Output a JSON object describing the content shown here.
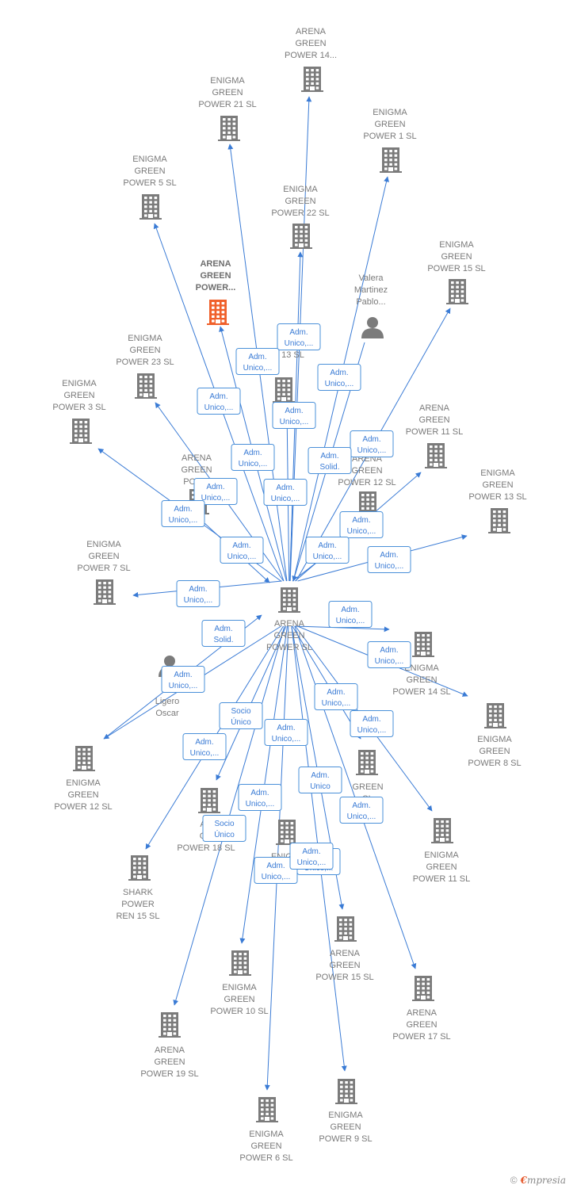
{
  "colors": {
    "edge": "#3a7bd5",
    "building": "#7b7b7b",
    "building_main": "#f0602a",
    "person": "#7b7b7b"
  },
  "footer": {
    "copyright": "©",
    "brand_first": "€",
    "brand_rest": "mpresia"
  },
  "nodes": [
    {
      "id": "center",
      "type": "company",
      "lines": [
        "ARENA",
        "GREEN",
        "POWER SL"
      ]
    },
    {
      "id": "main",
      "type": "company-main",
      "lines": [
        "ARENA",
        "GREEN",
        "POWER..."
      ]
    },
    {
      "id": "agp14",
      "type": "company",
      "lines": [
        "ARENA",
        "GREEN",
        "POWER 14..."
      ]
    },
    {
      "id": "egp21",
      "type": "company",
      "lines": [
        "ENIGMA",
        "GREEN",
        "POWER 21 SL"
      ]
    },
    {
      "id": "egp1",
      "type": "company",
      "lines": [
        "ENIGMA",
        "GREEN",
        "POWER 1 SL"
      ]
    },
    {
      "id": "egp5",
      "type": "company",
      "lines": [
        "ENIGMA",
        "GREEN",
        "POWER 5 SL"
      ]
    },
    {
      "id": "egp22",
      "type": "company",
      "lines": [
        "ENIGMA",
        "GREEN",
        "POWER 22 SL"
      ]
    },
    {
      "id": "egp15",
      "type": "company",
      "lines": [
        "ENIGMA",
        "GREEN",
        "POWER 15 SL"
      ]
    },
    {
      "id": "valera",
      "type": "person",
      "lines": [
        "Valera",
        "Martinez",
        "Pablo..."
      ]
    },
    {
      "id": "egp23",
      "type": "company",
      "lines": [
        "ENIGMA",
        "GREEN",
        "POWER 23 SL"
      ]
    },
    {
      "id": "agp13",
      "type": "company",
      "lines": [
        "AR",
        "",
        "R 13 SL"
      ]
    },
    {
      "id": "egp3",
      "type": "company",
      "lines": [
        "ENIGMA",
        "GREEN",
        "POWER 3 SL"
      ]
    },
    {
      "id": "agp11",
      "type": "company",
      "lines": [
        "ARENA",
        "GREEN",
        "POWER 11 SL"
      ]
    },
    {
      "id": "agp_small",
      "type": "company",
      "lines": [
        "ARENA",
        "GREEN",
        "POWE"
      ]
    },
    {
      "id": "agp12",
      "type": "company",
      "lines": [
        "ARENA",
        "GREEN",
        "POWER 12 SL"
      ]
    },
    {
      "id": "egp13",
      "type": "company",
      "lines": [
        "ENIGMA",
        "GREEN",
        "POWER 13 SL"
      ]
    },
    {
      "id": "egp7",
      "type": "company",
      "lines": [
        "ENIGMA",
        "GREEN",
        "POWER 7 SL"
      ]
    },
    {
      "id": "egp14",
      "type": "company",
      "lines": [
        "ENIGMA",
        "GREEN",
        "POWER 14 SL"
      ]
    },
    {
      "id": "pe",
      "type": "person",
      "lines": [
        "Pe",
        "Ligero",
        "Oscar"
      ]
    },
    {
      "id": "egp8",
      "type": "company",
      "lines": [
        "ENIGMA",
        "GREEN",
        "POWER 8 SL"
      ]
    },
    {
      "id": "egp12",
      "type": "company",
      "lines": [
        "ENIGMA",
        "GREEN",
        "POWER 12 SL"
      ]
    },
    {
      "id": "agp18",
      "type": "company",
      "lines": [
        "AR",
        "GR",
        "POWER 18 SL"
      ]
    },
    {
      "id": "egp_mid",
      "type": "company",
      "lines": [
        "ENIGM",
        "",
        "SL"
      ]
    },
    {
      "id": "agp_right",
      "type": "company",
      "lines": [
        "GREEN",
        "SL"
      ]
    },
    {
      "id": "egp11",
      "type": "company",
      "lines": [
        "ENIGMA",
        "GREEN",
        "POWER 11 SL"
      ]
    },
    {
      "id": "shark",
      "type": "company",
      "lines": [
        "SHARK",
        "POWER",
        "REN 15 SL"
      ]
    },
    {
      "id": "agp15",
      "type": "company",
      "lines": [
        "ARENA",
        "GREEN",
        "POWER 15 SL"
      ]
    },
    {
      "id": "egp10",
      "type": "company",
      "lines": [
        "ENIGMA",
        "GREEN",
        "POWER 10 SL"
      ]
    },
    {
      "id": "agp17",
      "type": "company",
      "lines": [
        "ARENA",
        "GREEN",
        "POWER 17 SL"
      ]
    },
    {
      "id": "agp19",
      "type": "company",
      "lines": [
        "ARENA",
        "GREEN",
        "POWER 19 SL"
      ]
    },
    {
      "id": "egp9",
      "type": "company",
      "lines": [
        "ENIGMA",
        "GREEN",
        "POWER 9 SL"
      ]
    },
    {
      "id": "egp6",
      "type": "company",
      "lines": [
        "ENIGMA",
        "GREEN",
        "POWER 6 SL"
      ]
    }
  ],
  "edges": [
    {
      "from": "center",
      "to": "agp14"
    },
    {
      "from": "center",
      "to": "egp21"
    },
    {
      "from": "center",
      "to": "egp1"
    },
    {
      "from": "center",
      "to": "egp5"
    },
    {
      "from": "center",
      "to": "egp22"
    },
    {
      "from": "center",
      "to": "egp15"
    },
    {
      "from": "center",
      "to": "main"
    },
    {
      "from": "center",
      "to": "egp23"
    },
    {
      "from": "center",
      "to": "egp3"
    },
    {
      "from": "center",
      "to": "agp11"
    },
    {
      "from": "center",
      "to": "agp13"
    },
    {
      "from": "center",
      "to": "agp12"
    },
    {
      "from": "center",
      "to": "egp13"
    },
    {
      "from": "center",
      "to": "egp7"
    },
    {
      "from": "center",
      "to": "egp14"
    },
    {
      "from": "center",
      "to": "egp8"
    },
    {
      "from": "center",
      "to": "egp12"
    },
    {
      "from": "center",
      "to": "agp18"
    },
    {
      "from": "center",
      "to": "egp11"
    },
    {
      "from": "center",
      "to": "shark"
    },
    {
      "from": "center",
      "to": "agp15"
    },
    {
      "from": "center",
      "to": "egp10"
    },
    {
      "from": "center",
      "to": "agp17"
    },
    {
      "from": "center",
      "to": "agp19"
    },
    {
      "from": "center",
      "to": "egp9"
    },
    {
      "from": "center",
      "to": "egp6"
    },
    {
      "from": "center",
      "to": "agp_right"
    },
    {
      "from": "valera",
      "to": "center"
    },
    {
      "from": "pe",
      "to": "center"
    },
    {
      "from": "agp_small",
      "to": "center"
    }
  ],
  "edge_labels": [
    {
      "id": "l1",
      "lines": [
        "Adm.",
        "Unico,..."
      ]
    },
    {
      "id": "l2",
      "lines": [
        "Adm.",
        "Unico,..."
      ]
    },
    {
      "id": "l3",
      "lines": [
        "Adm.",
        "Unico,..."
      ]
    },
    {
      "id": "l4",
      "lines": [
        "Adm.",
        "Unico,..."
      ]
    },
    {
      "id": "l5",
      "lines": [
        "Adm.",
        "Unico,..."
      ]
    },
    {
      "id": "l6",
      "lines": [
        "Adm.",
        "Unico,..."
      ]
    },
    {
      "id": "l7",
      "lines": [
        "Adm.",
        "Solid."
      ]
    },
    {
      "id": "l8",
      "lines": [
        "Adm.",
        "Unico,..."
      ]
    },
    {
      "id": "l9",
      "lines": [
        "Adm.",
        "Unico,..."
      ]
    },
    {
      "id": "l10",
      "lines": [
        "Adm.",
        "Unico,..."
      ]
    },
    {
      "id": "l11",
      "lines": [
        "Adm.",
        "Unico,..."
      ]
    },
    {
      "id": "l12",
      "lines": [
        "Adm.",
        "Unico,..."
      ]
    },
    {
      "id": "l13",
      "lines": [
        "Adm.",
        "Unico,..."
      ]
    },
    {
      "id": "l14",
      "lines": [
        "Adm.",
        "Unico,..."
      ]
    },
    {
      "id": "l15",
      "lines": [
        "Adm.",
        "Unico,..."
      ]
    },
    {
      "id": "l16",
      "lines": [
        "Adm.",
        "Unico,..."
      ]
    },
    {
      "id": "l17",
      "lines": [
        "Adm.",
        "Unico,..."
      ]
    },
    {
      "id": "l18",
      "lines": [
        "Adm.",
        "Solid."
      ]
    },
    {
      "id": "l19",
      "lines": [
        "Adm.",
        "Unico,..."
      ]
    },
    {
      "id": "l20",
      "lines": [
        "Adm.",
        "Unico,..."
      ]
    },
    {
      "id": "l21",
      "lines": [
        "Adm.",
        "Unico,..."
      ]
    },
    {
      "id": "l22",
      "lines": [
        "Adm.",
        "Unico,..."
      ]
    },
    {
      "id": "l23",
      "lines": [
        "Socio",
        "Único"
      ]
    },
    {
      "id": "l24",
      "lines": [
        "Adm.",
        "Unico,..."
      ]
    },
    {
      "id": "l25",
      "lines": [
        "Adm.",
        "Unico,..."
      ]
    },
    {
      "id": "l26",
      "lines": [
        "Adm.",
        "Unico"
      ]
    },
    {
      "id": "l27",
      "lines": [
        "Adm.",
        "Unico,..."
      ]
    },
    {
      "id": "l28",
      "lines": [
        "Adm.",
        "Unico,..."
      ]
    },
    {
      "id": "l29",
      "lines": [
        "Adm.",
        "Unico,..."
      ]
    },
    {
      "id": "l30",
      "lines": [
        "Socio",
        "Único"
      ]
    },
    {
      "id": "l31",
      "lines": [
        "Adm.",
        "Unico,..."
      ]
    },
    {
      "id": "l32",
      "lines": [
        "Adm.",
        "Unico,..."
      ]
    }
  ]
}
